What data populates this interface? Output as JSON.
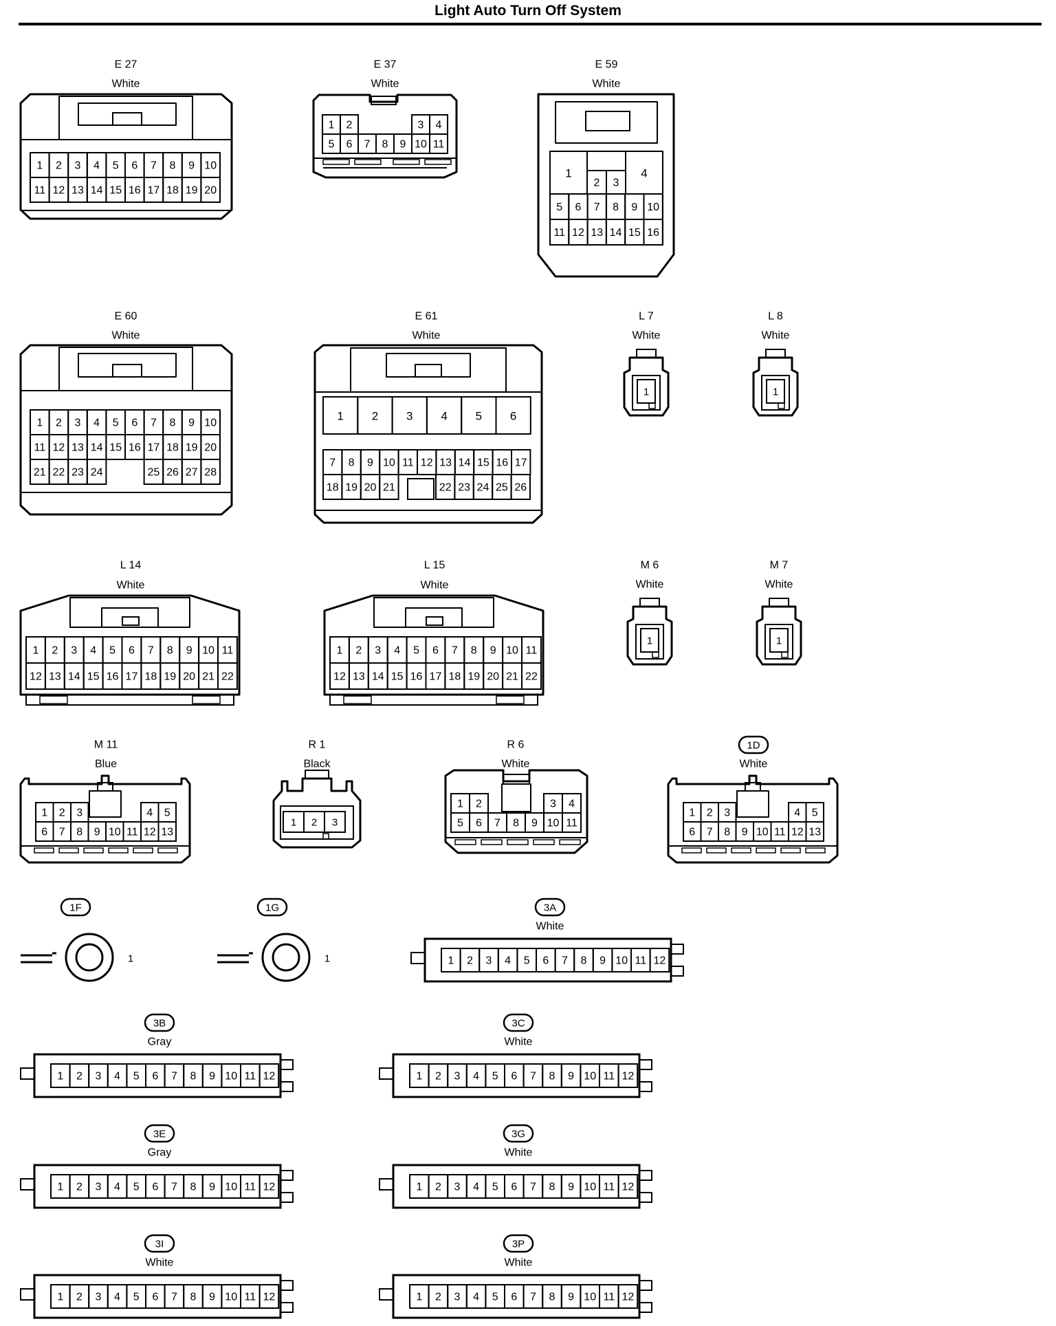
{
  "title": "Light Auto Turn Off System",
  "connectors": [
    {
      "id": "e27",
      "code": "E 27",
      "color": "White",
      "pins": [
        "1",
        "2",
        "3",
        "4",
        "5",
        "6",
        "7",
        "8",
        "9",
        "10",
        "11",
        "12",
        "13",
        "14",
        "15",
        "16",
        "17",
        "18",
        "19",
        "20"
      ]
    },
    {
      "id": "e37",
      "code": "E 37",
      "color": "White",
      "pins": [
        "1",
        "2",
        "3",
        "4",
        "5",
        "6",
        "7",
        "8",
        "9",
        "10",
        "11"
      ]
    },
    {
      "id": "e59",
      "code": "E 59",
      "color": "White",
      "pins": [
        "1",
        "2",
        "3",
        "4",
        "5",
        "6",
        "7",
        "8",
        "9",
        "10",
        "11",
        "12",
        "13",
        "14",
        "15",
        "16"
      ]
    },
    {
      "id": "e60",
      "code": "E 60",
      "color": "White",
      "pins": [
        "1",
        "2",
        "3",
        "4",
        "5",
        "6",
        "7",
        "8",
        "9",
        "10",
        "11",
        "12",
        "13",
        "14",
        "15",
        "16",
        "17",
        "18",
        "19",
        "20",
        "21",
        "22",
        "23",
        "24",
        "25",
        "26",
        "27",
        "28"
      ]
    },
    {
      "id": "e61",
      "code": "E 61",
      "color": "White",
      "pins": [
        "1",
        "2",
        "3",
        "4",
        "5",
        "6",
        "7",
        "8",
        "9",
        "10",
        "11",
        "12",
        "13",
        "14",
        "15",
        "16",
        "17",
        "18",
        "19",
        "20",
        "21",
        "22",
        "23",
        "24",
        "25",
        "26"
      ]
    },
    {
      "id": "l7",
      "code": "L 7",
      "color": "White",
      "pins": [
        "1"
      ]
    },
    {
      "id": "l8",
      "code": "L 8",
      "color": "White",
      "pins": [
        "1"
      ]
    },
    {
      "id": "l14",
      "code": "L 14",
      "color": "White",
      "pins": [
        "1",
        "2",
        "3",
        "4",
        "5",
        "6",
        "7",
        "8",
        "9",
        "10",
        "11",
        "12",
        "13",
        "14",
        "15",
        "16",
        "17",
        "18",
        "19",
        "20",
        "21",
        "22"
      ]
    },
    {
      "id": "l15",
      "code": "L 15",
      "color": "White",
      "pins": [
        "1",
        "2",
        "3",
        "4",
        "5",
        "6",
        "7",
        "8",
        "9",
        "10",
        "11",
        "12",
        "13",
        "14",
        "15",
        "16",
        "17",
        "18",
        "19",
        "20",
        "21",
        "22"
      ]
    },
    {
      "id": "m6",
      "code": "M 6",
      "color": "White",
      "pins": [
        "1"
      ]
    },
    {
      "id": "m7",
      "code": "M 7",
      "color": "White",
      "pins": [
        "1"
      ]
    },
    {
      "id": "m11",
      "code": "M 11",
      "color": "Blue",
      "pins": [
        "1",
        "2",
        "3",
        "4",
        "5",
        "6",
        "7",
        "8",
        "9",
        "10",
        "11",
        "12",
        "13"
      ]
    },
    {
      "id": "r1",
      "code": "R 1",
      "color": "Black",
      "pins": [
        "1",
        "2",
        "3"
      ]
    },
    {
      "id": "r6",
      "code": "R 6",
      "color": "White",
      "pins": [
        "1",
        "2",
        "3",
        "4",
        "5",
        "6",
        "7",
        "8",
        "9",
        "10",
        "11"
      ]
    },
    {
      "id": "c1d",
      "code": "1D",
      "color": "White",
      "pins": [
        "1",
        "2",
        "3",
        "4",
        "5",
        "6",
        "7",
        "8",
        "9",
        "10",
        "11",
        "12",
        "13"
      ]
    },
    {
      "id": "c1f",
      "code": "1F",
      "color": "",
      "pins": [
        "1"
      ]
    },
    {
      "id": "c1g",
      "code": "1G",
      "color": "",
      "pins": [
        "1"
      ]
    },
    {
      "id": "c3a",
      "code": "3A",
      "color": "White",
      "pins": [
        "1",
        "2",
        "3",
        "4",
        "5",
        "6",
        "7",
        "8",
        "9",
        "10",
        "11",
        "12"
      ]
    },
    {
      "id": "c3b",
      "code": "3B",
      "color": "Gray",
      "pins": [
        "1",
        "2",
        "3",
        "4",
        "5",
        "6",
        "7",
        "8",
        "9",
        "10",
        "11",
        "12"
      ]
    },
    {
      "id": "c3c",
      "code": "3C",
      "color": "White",
      "pins": [
        "1",
        "2",
        "3",
        "4",
        "5",
        "6",
        "7",
        "8",
        "9",
        "10",
        "11",
        "12"
      ]
    },
    {
      "id": "c3e",
      "code": "3E",
      "color": "Gray",
      "pins": [
        "1",
        "2",
        "3",
        "4",
        "5",
        "6",
        "7",
        "8",
        "9",
        "10",
        "11",
        "12"
      ]
    },
    {
      "id": "c3g",
      "code": "3G",
      "color": "White",
      "pins": [
        "1",
        "2",
        "3",
        "4",
        "5",
        "6",
        "7",
        "8",
        "9",
        "10",
        "11",
        "12"
      ]
    },
    {
      "id": "c3i",
      "code": "3I",
      "color": "White",
      "pins": [
        "1",
        "2",
        "3",
        "4",
        "5",
        "6",
        "7",
        "8",
        "9",
        "10",
        "11",
        "12"
      ]
    },
    {
      "id": "c3p",
      "code": "3P",
      "color": "White",
      "pins": [
        "1",
        "2",
        "3",
        "4",
        "5",
        "6",
        "7",
        "8",
        "9",
        "10",
        "11",
        "12"
      ]
    }
  ]
}
